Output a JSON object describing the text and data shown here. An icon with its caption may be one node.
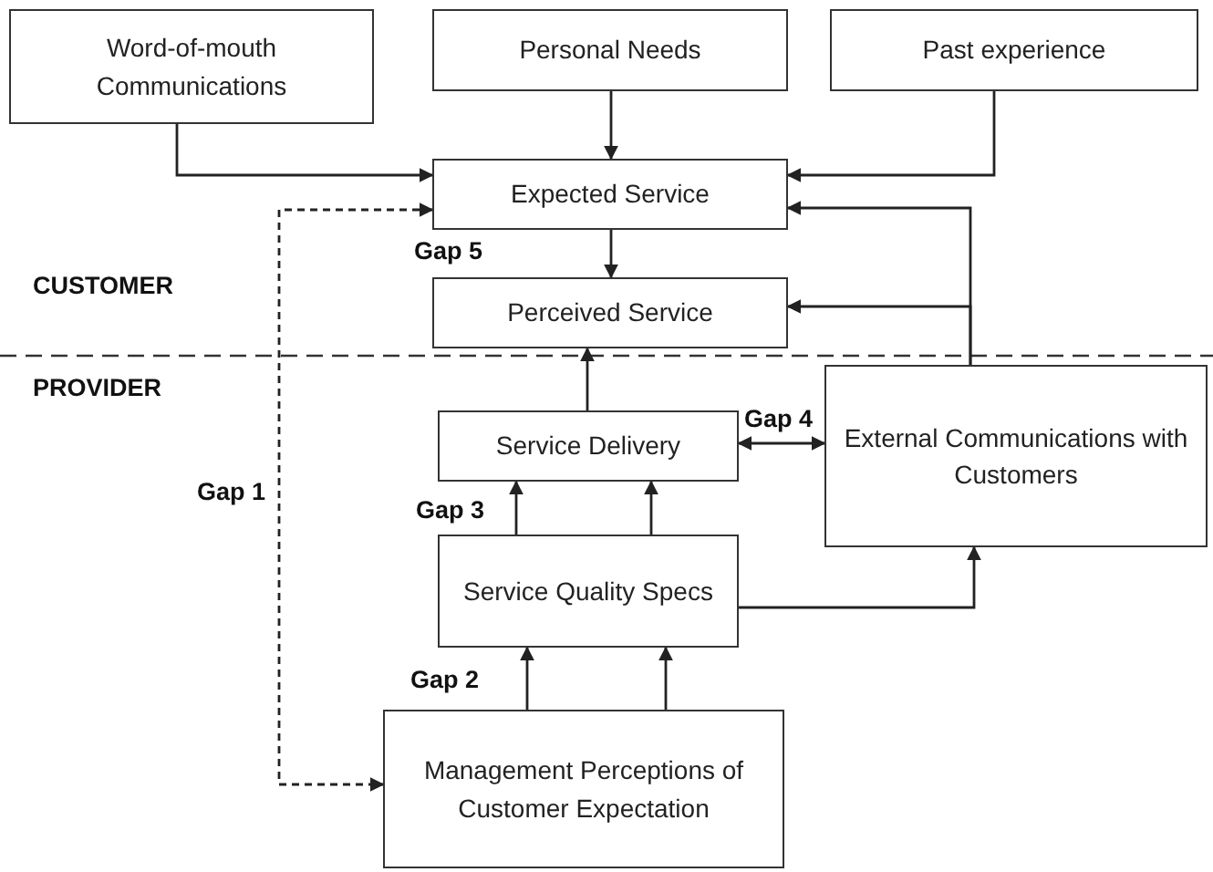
{
  "diagram": {
    "nodes": [
      {
        "text": [
          "Word-of-mouth Communications"
        ]
      },
      {
        "text": [
          "Personal Needs"
        ]
      },
      {
        "text": [
          "Past experience"
        ]
      },
      {
        "text": [
          "Expected Service"
        ]
      },
      {
        "text": [
          "Perceived Service"
        ]
      },
      {
        "text": [
          "Service Delivery"
        ]
      },
      {
        "text": [
          "External Communications with Customers"
        ]
      },
      {
        "text": [
          "Service Quality Specs"
        ]
      },
      {
        "text": [
          "Management Perceptions of Customer Expectation"
        ]
      }
    ],
    "edges": [
      {
        "from": 0,
        "to": 3,
        "arrow": "to"
      },
      {
        "from": 1,
        "to": 3,
        "arrow": "to"
      },
      {
        "from": 2,
        "to": 3,
        "arrow": "to"
      },
      {
        "from": 6,
        "to": 3,
        "arrow": "to"
      },
      {
        "from": 6,
        "to": 4,
        "arrow": "to"
      },
      {
        "from": 3,
        "to": 4,
        "arrow": "to"
      },
      {
        "from": 5,
        "to": 4,
        "arrow": "to"
      },
      {
        "from": 5,
        "to": 6,
        "arrow": "both"
      },
      {
        "from": 7,
        "to": 5,
        "arrow": "to"
      },
      {
        "from": 7,
        "to": 5,
        "arrow": "to"
      },
      {
        "from": 7,
        "to": 6,
        "arrow": "to"
      },
      {
        "from": 8,
        "to": 7,
        "arrow": "to"
      },
      {
        "from": 8,
        "to": 7,
        "arrow": "to"
      },
      {
        "from": 3,
        "to": 8,
        "arrow": "both",
        "style": "dashed"
      }
    ],
    "labels": [
      "Gap 5",
      "CUSTOMER",
      "PROVIDER",
      "Gap 4",
      "Gap 1",
      "Gap 3",
      "Gap 2"
    ]
  }
}
